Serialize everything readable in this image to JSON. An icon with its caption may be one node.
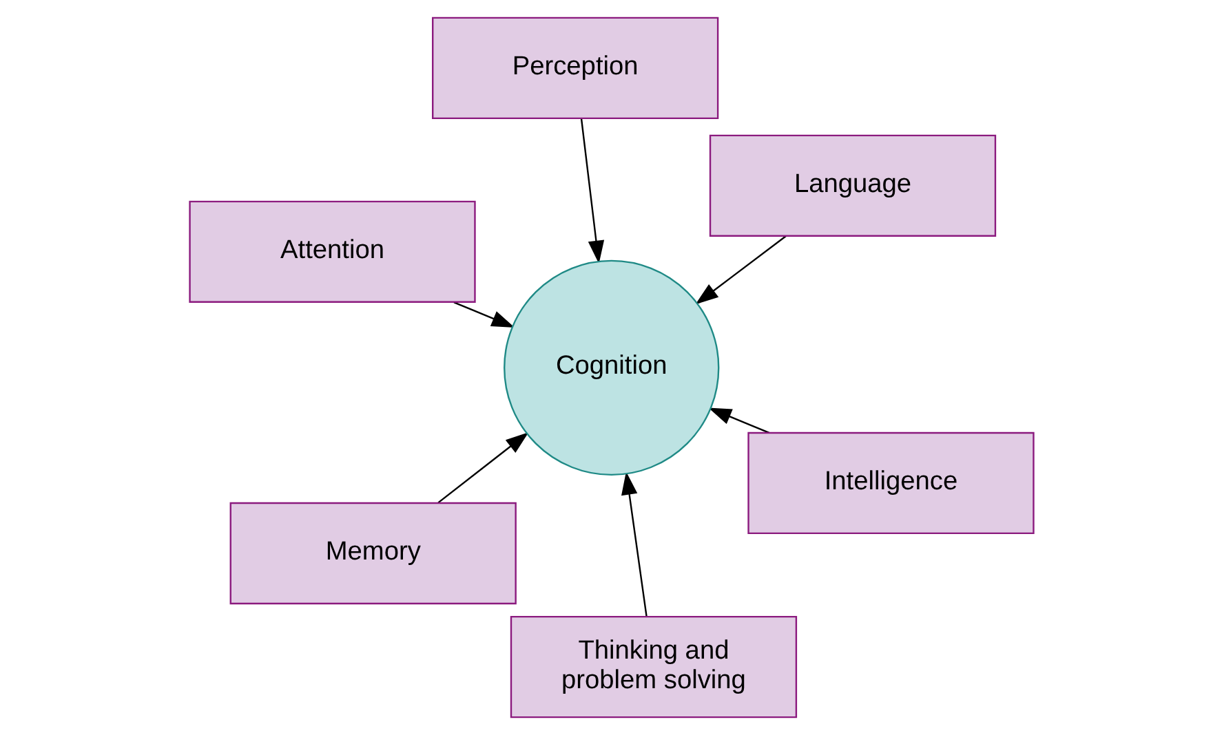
{
  "diagram": {
    "nodes": [
      {
        "text": [
          "Attention"
        ]
      },
      {
        "text": [
          "Intelligence"
        ]
      },
      {
        "text": [
          "Thinking and problem solving"
        ]
      },
      {
        "text": [
          "Cognition"
        ]
      },
      {
        "text": [
          "Language"
        ]
      },
      {
        "text": [
          "Perception"
        ]
      },
      {
        "text": [
          "Memory"
        ]
      }
    ],
    "edges": [
      {
        "from": 0,
        "to": 3,
        "arrow": "to"
      },
      {
        "from": 1,
        "to": 3,
        "arrow": "to"
      },
      {
        "from": 2,
        "to": 3,
        "arrow": "to"
      },
      {
        "from": 4,
        "to": 3,
        "arrow": "to"
      },
      {
        "from": 5,
        "to": 3,
        "arrow": "to"
      },
      {
        "from": 6,
        "to": 3,
        "arrow": "to"
      }
    ]
  }
}
